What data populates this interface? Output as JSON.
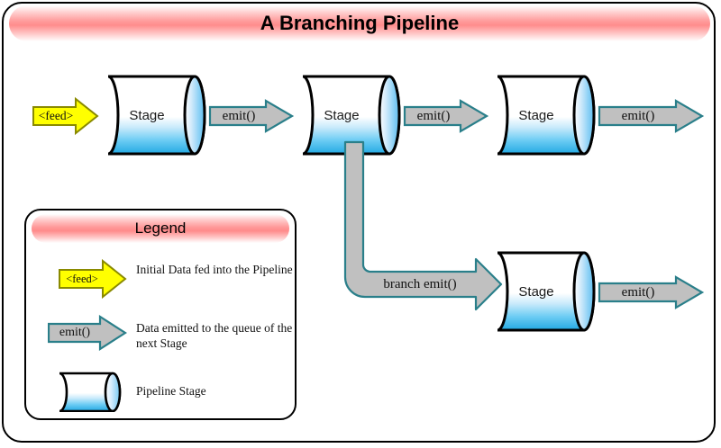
{
  "page": {
    "title": "A Branching Pipeline"
  },
  "colors": {
    "title_banner_pink": "#ff8c8c",
    "feed_arrow_fill": "#ffff00",
    "feed_arrow_stroke": "#8a8a00",
    "emit_arrow_fill": "#c0c0c0",
    "emit_arrow_stroke": "#2a7f8a",
    "cylinder_top": "#ffffff",
    "cylinder_bottom": "#29abe2",
    "cylinder_stroke": "#000000",
    "page_border": "#000000"
  },
  "diagram": {
    "feed_arrow": {
      "label": "<feed>"
    },
    "stages": [
      {
        "label": "Stage",
        "name": "stage-1"
      },
      {
        "label": "Stage",
        "name": "stage-2"
      },
      {
        "label": "Stage",
        "name": "stage-3"
      },
      {
        "label": "Stage",
        "name": "stage-branch"
      }
    ],
    "emit_arrows": [
      {
        "label": "emit()",
        "name": "emit-arrow-1"
      },
      {
        "label": "emit()",
        "name": "emit-arrow-2"
      },
      {
        "label": "emit()",
        "name": "emit-arrow-3"
      },
      {
        "label": "emit()",
        "name": "emit-arrow-4"
      }
    ],
    "branch_arrow": {
      "label": "branch emit()"
    }
  },
  "legend": {
    "title": "Legend",
    "items": [
      {
        "icon": "feed-arrow-icon",
        "icon_label": "<feed>",
        "description": "Initial Data fed into the Pipeline"
      },
      {
        "icon": "emit-arrow-icon",
        "icon_label": "emit()",
        "description": "Data emitted to the queue of the next Stage"
      },
      {
        "icon": "cylinder-icon",
        "icon_label": "",
        "description": "Pipeline Stage"
      }
    ]
  }
}
